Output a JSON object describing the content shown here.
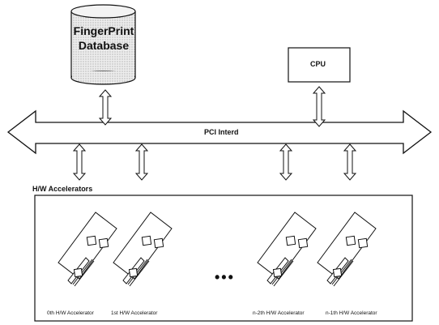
{
  "database": {
    "line1": "FingerPrint",
    "line2": "Database"
  },
  "cpu": {
    "label": "CPU"
  },
  "bus": {
    "label": "PCI Interd"
  },
  "accelerators": {
    "title": "H/W Accelerators",
    "ellipsis": "•••",
    "cards": [
      {
        "label": "0th H/W Accelerator"
      },
      {
        "label": "1st H/W Accelerator"
      },
      {
        "label": "n-2th H/W Accelerator"
      },
      {
        "label": "n-1th H/W Accelerator"
      }
    ]
  },
  "colors": {
    "stroke": "#111111",
    "fill": "#ffffff",
    "db_shade": "#d8d8d8"
  }
}
